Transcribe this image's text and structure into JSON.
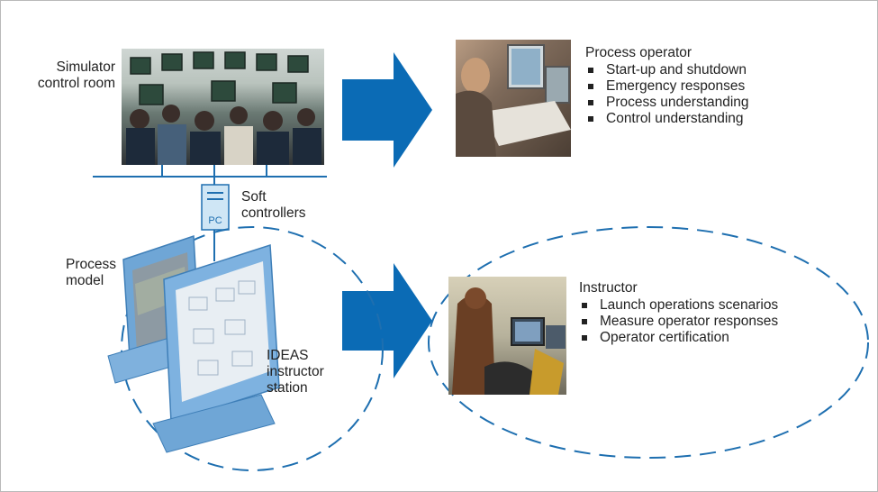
{
  "labels": {
    "simulator": [
      "Simulator",
      "control room"
    ],
    "soft_controllers": [
      "Soft",
      "controllers"
    ],
    "pc_badge": "PC",
    "process_model": [
      "Process",
      "model"
    ],
    "ideas_station": [
      "IDEAS",
      "instructor",
      "station"
    ]
  },
  "operator": {
    "title": "Process operator",
    "items": [
      "Start-up and shutdown",
      "Emergency responses",
      "Process understanding",
      "Control understanding"
    ]
  },
  "instructor": {
    "title": "Instructor",
    "items": [
      "Launch operations scenarios",
      "Measure operator responses",
      "Operator certification"
    ]
  },
  "colors": {
    "arrow_blue": "#0b6bb5",
    "line_blue": "#1e6fb0",
    "pc_fill": "#cfe6f5",
    "monitor_blue": "#6fa6d6"
  }
}
